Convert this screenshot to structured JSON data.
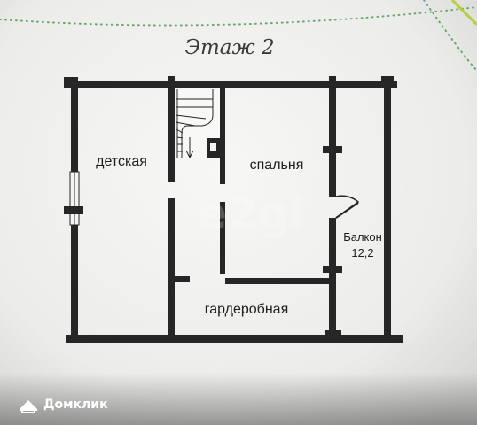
{
  "plan": {
    "title": "Этаж 2",
    "rooms": {
      "kids_room": "детская",
      "bedroom": "спальня",
      "wardrobe": "гардеробная",
      "balcony": "Балкон",
      "balcony_area": "12,2"
    }
  },
  "watermark": {
    "brand": "Домклик",
    "logo_text": "e2gi"
  },
  "colors": {
    "paper": "#f2f2f0",
    "wall": "#262626",
    "dot_border": "#6aa872",
    "corner_accent": "#b8cf3a"
  }
}
